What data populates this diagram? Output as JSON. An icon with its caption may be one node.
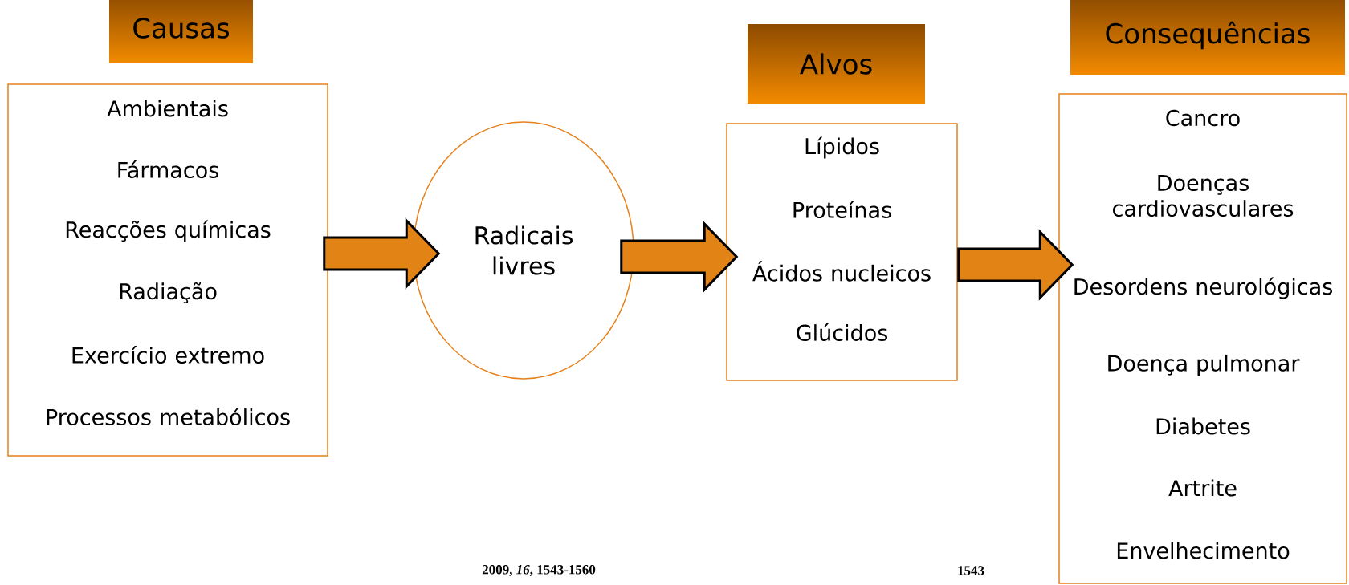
{
  "diagram": {
    "nodes": [
      {
        "text": [
          "Causas"
        ]
      },
      {
        "text": [
          "Ambientais",
          "Fármacos",
          "Reacções químicas",
          "Radiação",
          "Exercício extremo",
          "Processos metabólicos"
        ]
      },
      {
        "text": [
          "Radicais livres"
        ]
      },
      {
        "text": [
          "Alvos"
        ]
      },
      {
        "text": [
          "Lípidos",
          "Proteínas",
          "Ácidos nucleicos",
          "Glúcidos"
        ]
      },
      {
        "text": [
          "Consequências"
        ]
      },
      {
        "text": [
          "Cancro",
          "Doenças cardiovasculares",
          "Desordens neurológicas",
          "Doença pulmonar",
          "Diabetes",
          "Artrite",
          "Envelhecimento"
        ]
      }
    ],
    "edges": [
      {
        "from": 1,
        "to": 2,
        "arrow": "to"
      },
      {
        "from": 2,
        "to": 4,
        "arrow": "to"
      },
      {
        "from": 4,
        "to": 6,
        "arrow": "to"
      }
    ],
    "labels": [
      "2009, *16*, 1543-1560",
      "1543"
    ]
  }
}
